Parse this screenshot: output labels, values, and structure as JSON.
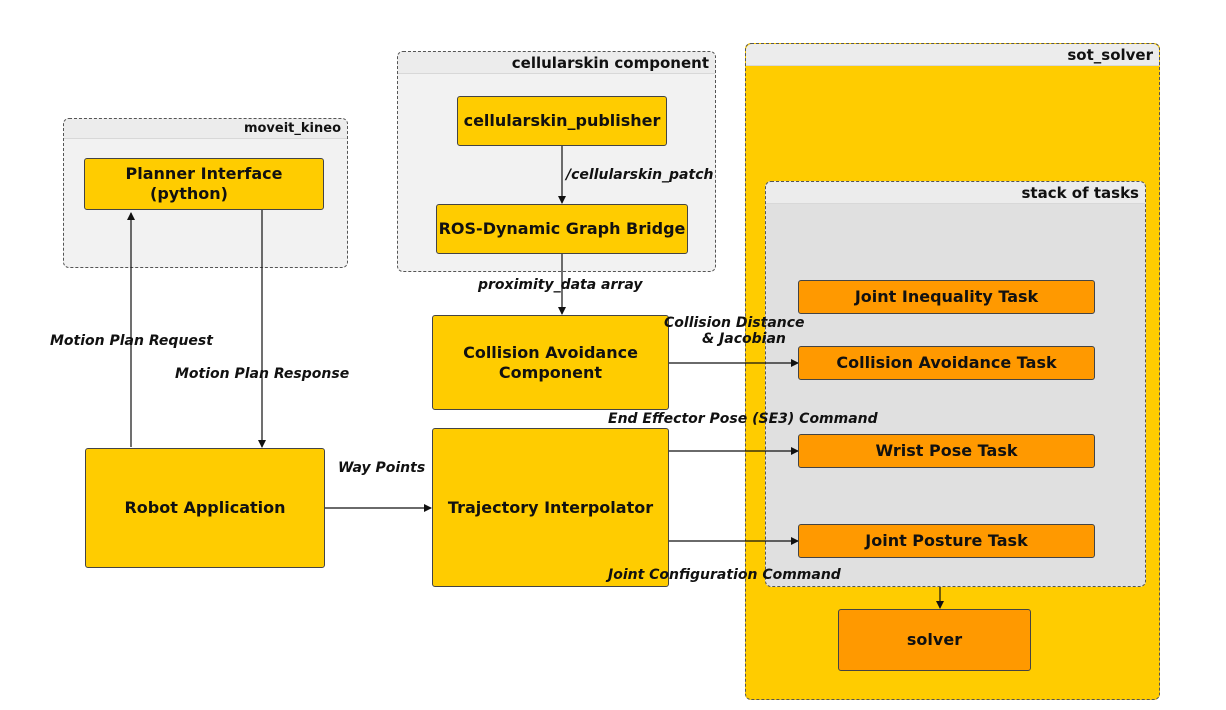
{
  "groups": {
    "moveit": "moveit_kineo",
    "cellularskin": "cellularskin component",
    "sot_solver": "sot_solver",
    "stack": "stack of tasks"
  },
  "nodes": {
    "planner_line1": "Planner Interface",
    "planner_line2": "(python)",
    "cellularskin_publisher": "cellularskin_publisher",
    "ros_bridge": "ROS-Dynamic Graph Bridge",
    "collision_component_line1": "Collision Avoidance",
    "collision_component_line2": "Component",
    "robot_application": "Robot Application",
    "trajectory_interpolator": "Trajectory Interpolator",
    "joint_inequality_task": "Joint Inequality Task",
    "collision_avoidance_task": "Collision Avoidance Task",
    "wrist_pose_task": "Wrist Pose Task",
    "joint_posture_task": "Joint Posture Task",
    "solver": "solver"
  },
  "edge_labels": {
    "cellularskin_patch": "/cellularskin_patch",
    "proximity": "proximity_data array",
    "motion_plan_request": "Motion Plan Request",
    "motion_plan_response": "Motion Plan Response",
    "collision_distance_line1": "Collision Distance",
    "collision_distance_line2": "& Jacobian",
    "end_effector": "End Effector Pose (SE3) Command",
    "way_points": "Way Points",
    "joint_configuration": "Joint Configuration Command"
  },
  "colors": {
    "component": "#ffcc00",
    "task": "#ff9900",
    "group_background": "#f2f2f2",
    "stack_background": "#e0e0e0"
  }
}
